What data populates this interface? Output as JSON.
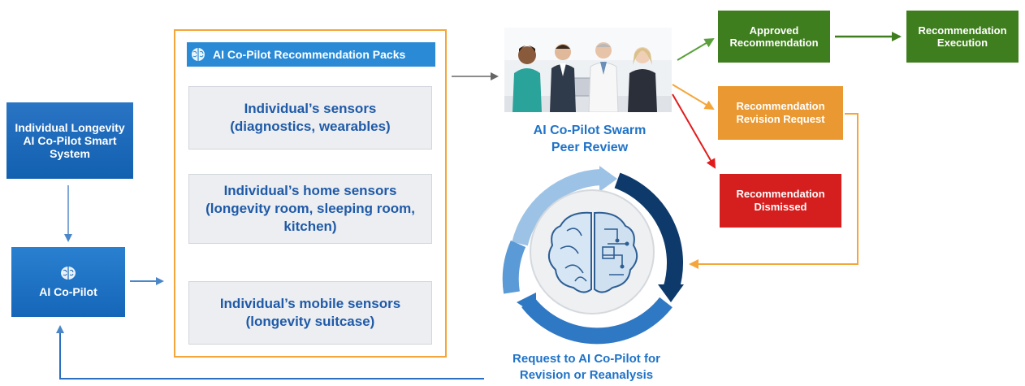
{
  "system": {
    "label": "Individual Longevity AI Co-Pilot Smart System"
  },
  "copilot": {
    "label": "AI Co-Pilot"
  },
  "packs": {
    "header": "AI Co-Pilot Recommendation Packs",
    "items": [
      {
        "line1": "Individual’s sensors",
        "line2": "(diagnostics, wearables)",
        "line3": ""
      },
      {
        "line1": "Individual’s home sensors",
        "line2": "(longevity room, sleeping room,",
        "line3": "kitchen)"
      },
      {
        "line1": "Individual’s mobile sensors",
        "line2": "(longevity suitcase)",
        "line3": ""
      }
    ]
  },
  "swarm": {
    "line1": "AI Co-Pilot Swarm",
    "line2": "Peer Review"
  },
  "outcomes": {
    "approved": {
      "line1": "Approved",
      "line2": "Recommendation",
      "color": "#3f7e1e"
    },
    "execution": {
      "line1": "Recommendation",
      "line2": "Execution",
      "color": "#3f7e1e"
    },
    "revision": {
      "line1": "Recommendation",
      "line2": "Revision Request",
      "color": "#ea9932"
    },
    "dismissed": {
      "line1": "Recommendation",
      "line2": "Dismissed",
      "color": "#d51e1e"
    }
  },
  "loop": {
    "line1": "Request to AI Co-Pilot for",
    "line2": "Revision or Reanalysis"
  },
  "icons": {
    "brain": "brain-icon",
    "meeting": "meeting-photo"
  },
  "colors": {
    "blue": "#1f73c8",
    "orange": "#f5a63a",
    "green": "#3f7e1e",
    "red": "#d51e1e",
    "navy": "#0d3a6b"
  }
}
